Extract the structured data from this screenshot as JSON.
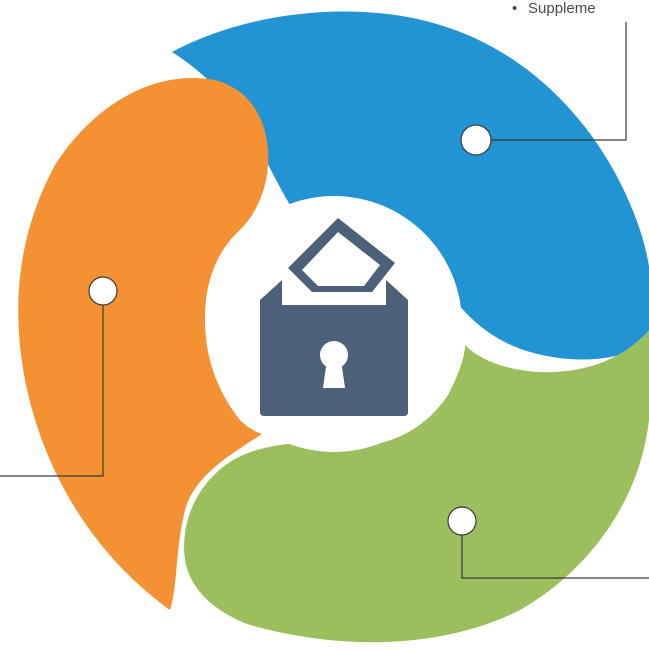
{
  "colors": {
    "blue": "#2394d3",
    "orange": "#f39133",
    "green": "#9cbf5d",
    "icon": "#4d6079",
    "line": "#3a3a3a",
    "background": "#ffffff"
  },
  "segments": [
    {
      "name": "blue-segment",
      "color": "blue",
      "connector": "right-top"
    },
    {
      "name": "orange-segment",
      "color": "orange",
      "connector": "left-bottom"
    },
    {
      "name": "green-segment",
      "color": "green",
      "connector": "right-bottom"
    }
  ],
  "center_icon": "ballot-box-lock-icon",
  "callouts": {
    "top_right_bullet": "•",
    "top_right_text": "Suppleme"
  }
}
